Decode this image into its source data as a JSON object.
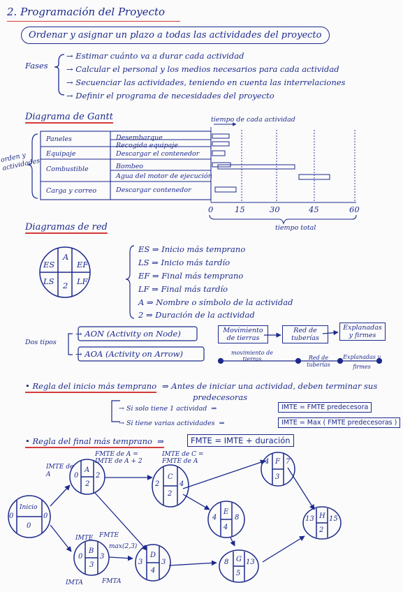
{
  "title": "2. Programación del Proyecto",
  "banner": "Ordenar y asignar un plazo a todas las actividades del proyecto",
  "fases": {
    "label": "Fases",
    "items": [
      "Estimar cuánto va a durar cada actividad",
      "Calcular el personal y los medios necesarios para cada actividad",
      "Secuenciar las actividades, teniendo en cuenta las interrelaciones",
      "Definir el programa de necesidades del proyecto"
    ]
  },
  "gantt": {
    "heading": "Diagrama de Gantt",
    "top_label": "tiempo de cada actividad",
    "side_label": "orden y actividades",
    "groups": [
      "Paneles",
      "Equipaje",
      "Combustible",
      "Carga y correo"
    ],
    "activities": [
      "Desembarque",
      "Recogida equipaje",
      "Descargar el contenedor",
      "Bombeo",
      "Agua del motor de ejecución",
      "Descargar contenedor"
    ],
    "ticks": [
      "0",
      "15",
      "30",
      "45",
      "60"
    ],
    "axis_label": "tiempo total"
  },
  "red": {
    "heading": "Diagramas de red",
    "node_labels": {
      "es": "ES",
      "a": "A",
      "ef": "EF",
      "ls": "LS",
      "dur": "2",
      "lf": "LF"
    },
    "legend": [
      "ES ⇒ Inicio más temprano",
      "LS ⇒ Inicio más tardío",
      "EF ⇒ Final más temprano",
      "LF ⇒ Final más tardío",
      "A ⇒ Nombre o símbolo de la actividad",
      "2 ⇒ Duración de la actividad"
    ]
  },
  "tipos": {
    "label": "Dos tipos",
    "aon": "AON (Activity on Node)",
    "aoa": "AOA (Activity on Arrow)",
    "aon_nodes": [
      "Movimiento de tierras",
      "Red de tuberías",
      "Explanadas y firmes"
    ],
    "aoa_labels": [
      "movimiento de tierras",
      "Red de tuberías",
      "Explanadas y firmes"
    ]
  },
  "regla_inicio": {
    "title": "Regla del inicio más temprano",
    "text1": "⇒ Antes de iniciar una actividad, deben terminar sus",
    "text2": "predecesoras",
    "case1": "Si solo tiene 1 actividad",
    "formula1": "IMTE = FMTE predecesora",
    "case2": "Si tiene varias actividades",
    "formula2": "IMTE = Max ( FMTE predecesoras )"
  },
  "regla_final": {
    "title": "Regla del final más temprano",
    "formula": "FMTE = IMTE + duración"
  },
  "network": {
    "annotations": {
      "imte_a": "IMTE de A",
      "fmte_a": "FMTE de A = IMTE de A + 2",
      "imte_c": "IMTE de C = FMTE de A",
      "imte_b": "IMTE",
      "fmte_b": "FMTE",
      "max": "max(2,3)",
      "imta": "IMTA",
      "fmta": "FMTA"
    },
    "nodes": {
      "inicio": {
        "name": "Inicio",
        "left": "0",
        "right": "0",
        "bottom": "0"
      },
      "A": {
        "name": "A",
        "left": "0",
        "right": "2",
        "bottom": "2"
      },
      "B": {
        "name": "B",
        "left": "0",
        "right": "3",
        "bottom": "3"
      },
      "C": {
        "name": "C",
        "left": "2",
        "right": "4",
        "bottom": "2"
      },
      "D": {
        "name": "D",
        "left": "3",
        "right": "3",
        "bottom": "4"
      },
      "E": {
        "name": "E",
        "left": "4",
        "right": "8",
        "bottom": "4"
      },
      "F": {
        "name": "F",
        "left": "4",
        "right": "7",
        "bottom": "3"
      },
      "G": {
        "name": "G",
        "left": "8",
        "right": "13",
        "bottom": "5"
      },
      "H": {
        "name": "H",
        "left": "13",
        "right": "15",
        "bottom": "2"
      }
    }
  }
}
